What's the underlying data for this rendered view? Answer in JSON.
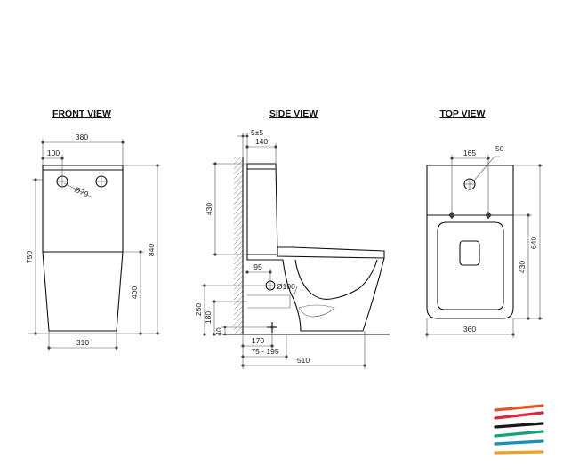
{
  "front_view": {
    "title": "FRONT VIEW",
    "dims": {
      "width_top": "380",
      "hole_offset": "100",
      "hole_dia": "Ø70",
      "height_tank": "750",
      "height_total": "840",
      "height_bowl": "400",
      "width_base": "310"
    }
  },
  "side_view": {
    "title": "SIDE VIEW",
    "dims": {
      "wall_gap": "5±5",
      "tank_depth": "140",
      "tank_height": "430",
      "inlet_offset": "95",
      "outlet_dia": "Ø100",
      "outlet_height": "250",
      "outlet_center": "180",
      "floor_gap": "40",
      "outlet_set": "170",
      "set_range": "75 - 195",
      "total_depth": "510"
    }
  },
  "top_view": {
    "title": "TOP VIEW",
    "dims": {
      "hole_offset": "165",
      "hole_dia": "50",
      "width": "360",
      "depth_total": "640",
      "depth_seat": "430"
    }
  },
  "logo": {
    "colors": [
      "#e8542a",
      "#d42a3c",
      "#1a1a1a",
      "#17a37a",
      "#1a8fb8",
      "#f0a020"
    ]
  }
}
